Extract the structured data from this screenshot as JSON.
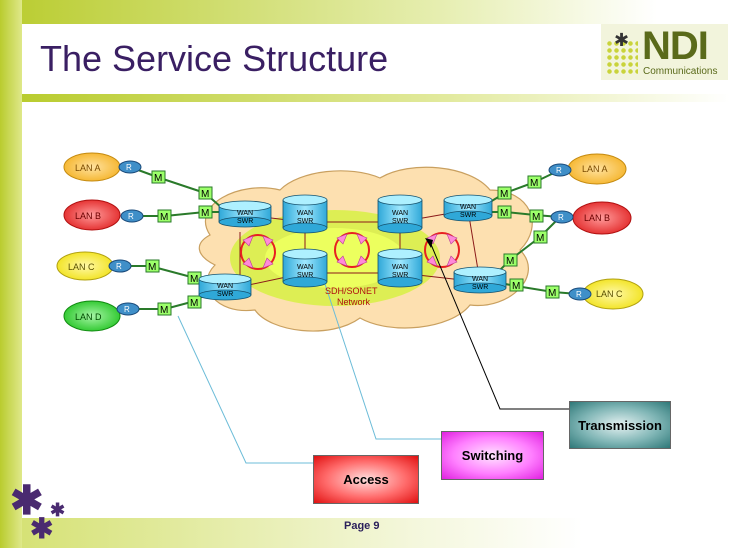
{
  "slide": {
    "title": "The Service Structure",
    "logo_name": "NDI",
    "logo_sub": "Communications",
    "page": "Page 9"
  },
  "diagram": {
    "lans": [
      "LAN A",
      "LAN B",
      "LAN C",
      "LAN D",
      "LAN A",
      "LAN B",
      "LAN C"
    ],
    "router_label": "R",
    "modem_label": "M",
    "switch_label_line1": "WAN",
    "switch_label_line2": "SWR",
    "network_line1": "SDH/SONET",
    "network_line2": "Network",
    "callouts": {
      "transmission": "Transmission",
      "switching": "Switching",
      "access": "Access"
    }
  },
  "colors": {
    "accent_green": "#b9cc2e",
    "title_purple": "#3a1f63",
    "modem_green": "#9cff6a",
    "cloud_beige": "#fde0b0",
    "inner_cloud": "#d9f04a",
    "cyan_switch": "#5ad2f0"
  }
}
